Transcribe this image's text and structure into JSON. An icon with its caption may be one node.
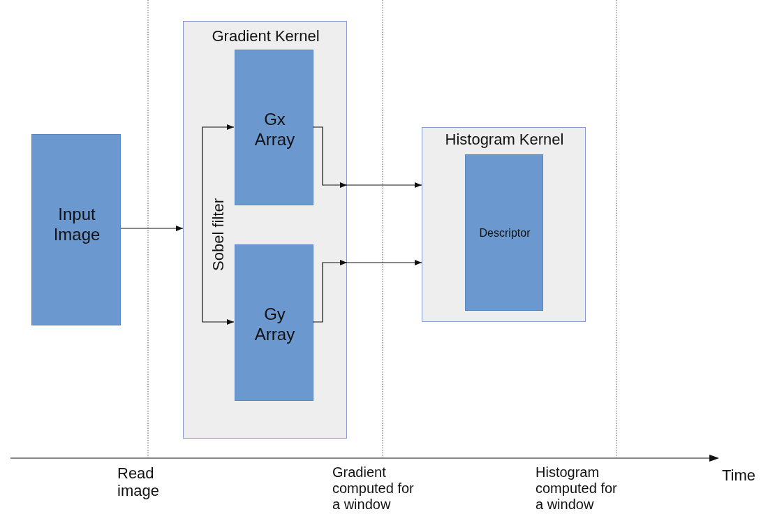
{
  "diagram": {
    "nodes": [
      {
        "text": [
          "Input Image"
        ]
      },
      {
        "text": [
          "Gradient Kernel"
        ]
      },
      {
        "text": [
          "Sobel filter"
        ],
        "in": 1
      },
      {
        "text": [
          "Gx Array"
        ],
        "in": 1
      },
      {
        "text": [
          "Gy Array"
        ],
        "in": 1
      },
      {
        "text": [
          "Histogram Kernel"
        ]
      },
      {
        "text": [
          "Descriptor"
        ],
        "in": 5
      }
    ],
    "edges": [
      {
        "from": 0,
        "to": 2,
        "arrow": "to"
      },
      {
        "from": 2,
        "to": 3,
        "arrow": "to"
      },
      {
        "from": 2,
        "to": 4,
        "arrow": "to"
      },
      {
        "from": 3,
        "to": 1,
        "arrow": "to"
      },
      {
        "from": 4,
        "to": 1,
        "arrow": "to"
      },
      {
        "from": 1,
        "to": 5,
        "arrow": "to"
      },
      {
        "from": 1,
        "to": 5,
        "arrow": "to"
      }
    ],
    "labels": [
      "Read image",
      "Gradient computed for a window",
      "Histogram computed for a window",
      "Time"
    ]
  }
}
